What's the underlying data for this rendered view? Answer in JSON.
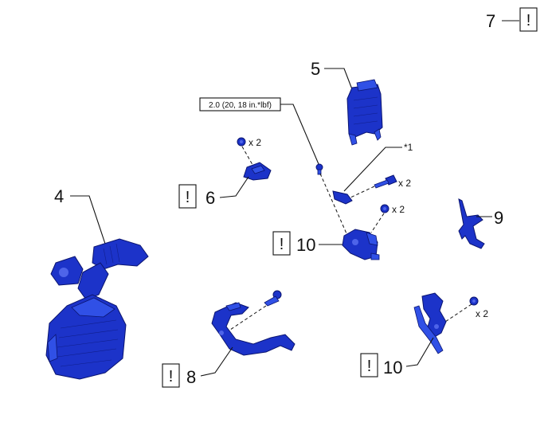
{
  "callouts": {
    "c4": "4",
    "c5": "5",
    "c6": "6",
    "c7": "7",
    "c8": "8",
    "c9": "9",
    "c10a": "10",
    "c10b": "10"
  },
  "notice_symbol": "!",
  "torque_label": "2.0 (20, 18 in.*lbf)",
  "qty": {
    "q6": "x 2",
    "bolt": "x 2",
    "nut": "x 2",
    "q10b": "x 2"
  },
  "reference": "*1",
  "colors": {
    "part_fill": "#1c33c9",
    "part_edge": "#0b1570",
    "line": "#111111"
  }
}
